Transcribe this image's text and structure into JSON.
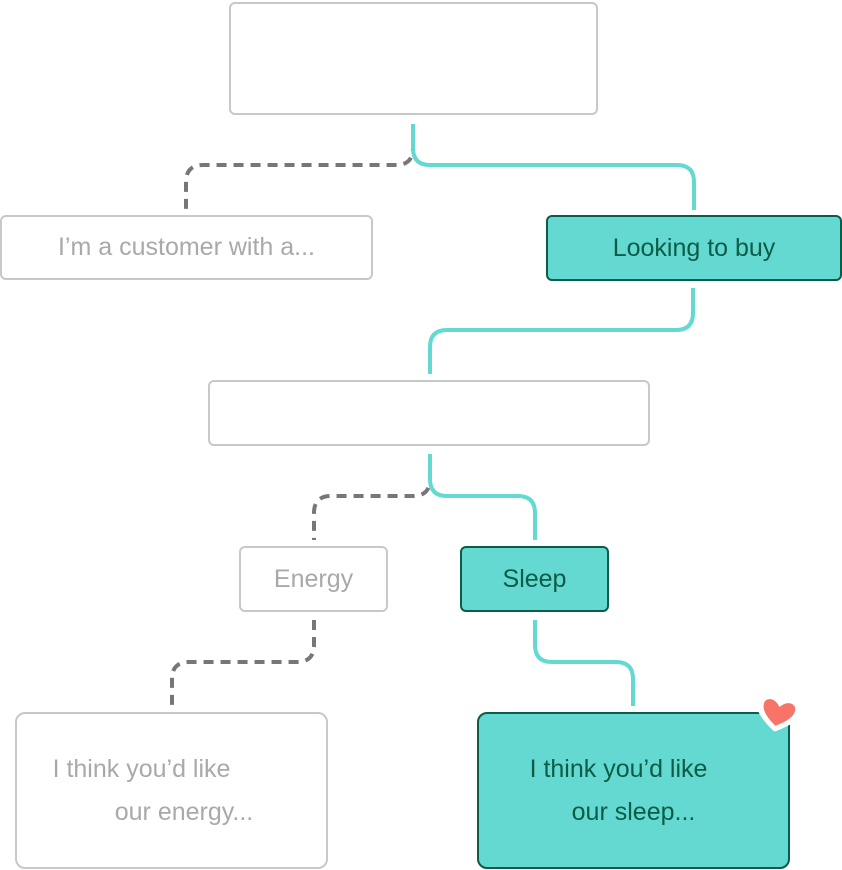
{
  "diagram": {
    "colors": {
      "active_fill": "#63d9d1",
      "active_border": "#0c5c47",
      "muted_border": "#c8c8c8",
      "muted_text": "#a9a9a9",
      "active_line": "#63d9d1",
      "dashed_line": "#777777",
      "heart": "#f87468"
    },
    "nodes": {
      "root_question": "",
      "customer_option": "I’m a customer with a...",
      "buy_option": "Looking to buy",
      "second_question": "",
      "energy_option": "Energy",
      "sleep_option": "Sleep",
      "energy_result_line1": "I think you’d like",
      "energy_result_line2": "our energy...",
      "sleep_result_line1": "I think you’d like",
      "sleep_result_line2": "our sleep..."
    },
    "badge_icon": "heart-icon"
  }
}
